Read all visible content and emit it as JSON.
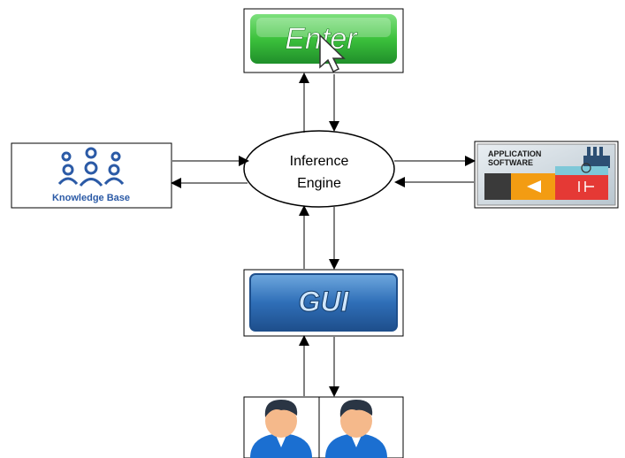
{
  "diagram": {
    "engine": {
      "line1": "Inference",
      "line2": "Engine"
    },
    "enter_button": {
      "label": "Enter"
    },
    "knowledge_base": {
      "label": "Knowledge Base"
    },
    "application_software": {
      "line1": "APPLICATION",
      "line2": "SOFTWARE"
    },
    "gui": {
      "label": "GUI"
    },
    "users": {
      "count": 2
    }
  },
  "colors": {
    "enter_green": "#3cc13c",
    "enter_dark": "#1f8f2a",
    "kb_blue": "#2b5aa6",
    "gui_blue": "#2f6fb8",
    "user_shirt": "#1b6fd1",
    "user_hair": "#2a3544",
    "user_skin": "#f5b98b"
  }
}
